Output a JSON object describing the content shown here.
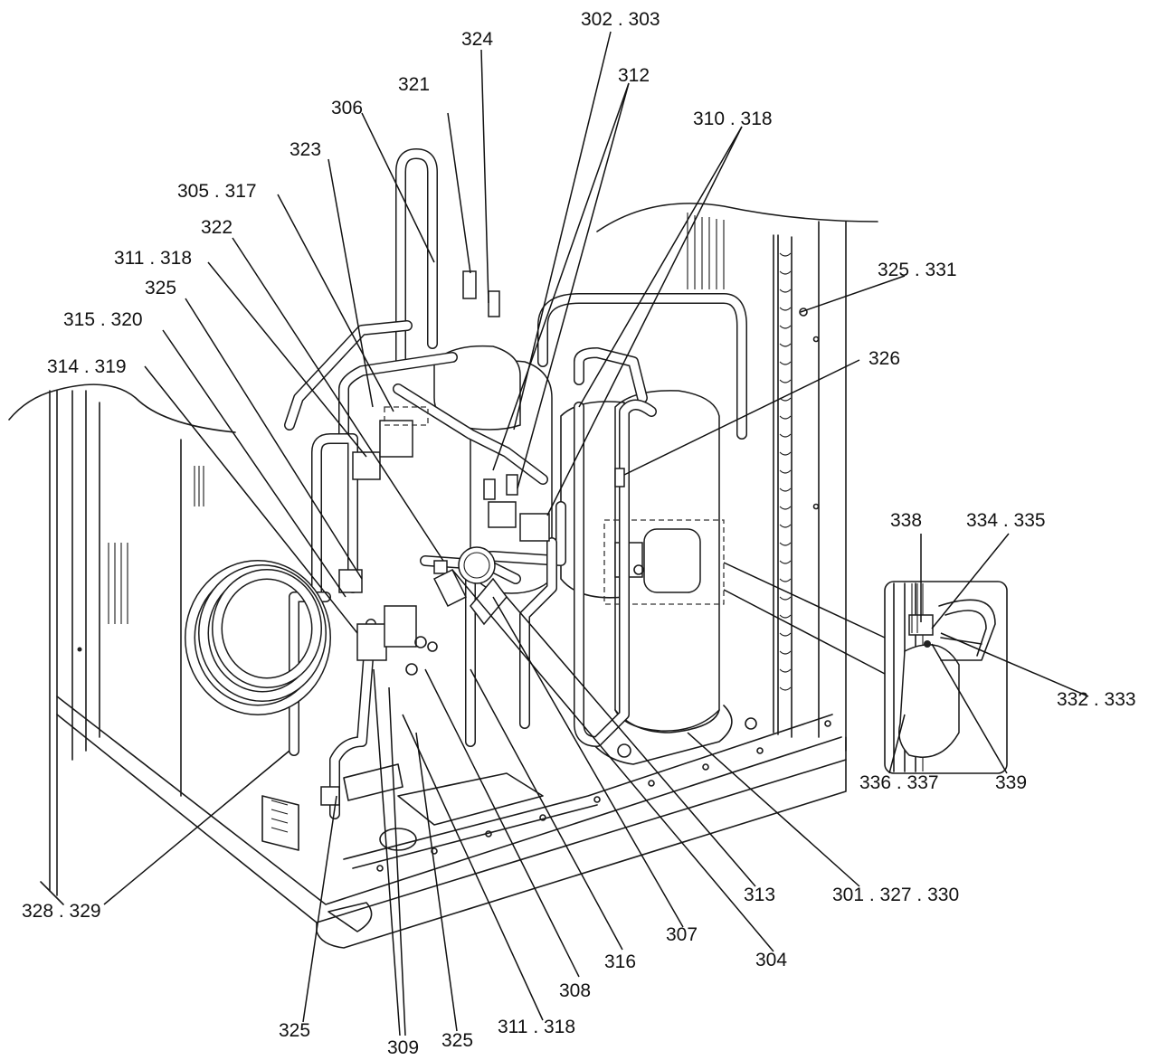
{
  "callouts": {
    "c324": "324",
    "c302_303": "302 . 303",
    "c321": "321",
    "c312": "312",
    "c306": "306",
    "c310_318": "310 . 318",
    "c323": "323",
    "c305_317": "305 . 317",
    "c322": "322",
    "c325_331": "325 . 331",
    "c311_318_top": "311 . 318",
    "c325_top": "325",
    "c315_320": "315 . 320",
    "c326": "326",
    "c314_319": "314 . 319",
    "c338": "338",
    "c334_335": "334 . 335",
    "c332_333": "332 . 333",
    "c336_337": "336 . 337",
    "c339": "339",
    "c313": "313",
    "c301_327_330": "301 . 327 . 330",
    "c328_329": "328 . 329",
    "c307": "307",
    "c304": "304",
    "c316": "316",
    "c308": "308",
    "c325_bl": "325",
    "c311_318_bottom": "311 . 318",
    "c309": "309",
    "c325_bottom": "325"
  }
}
